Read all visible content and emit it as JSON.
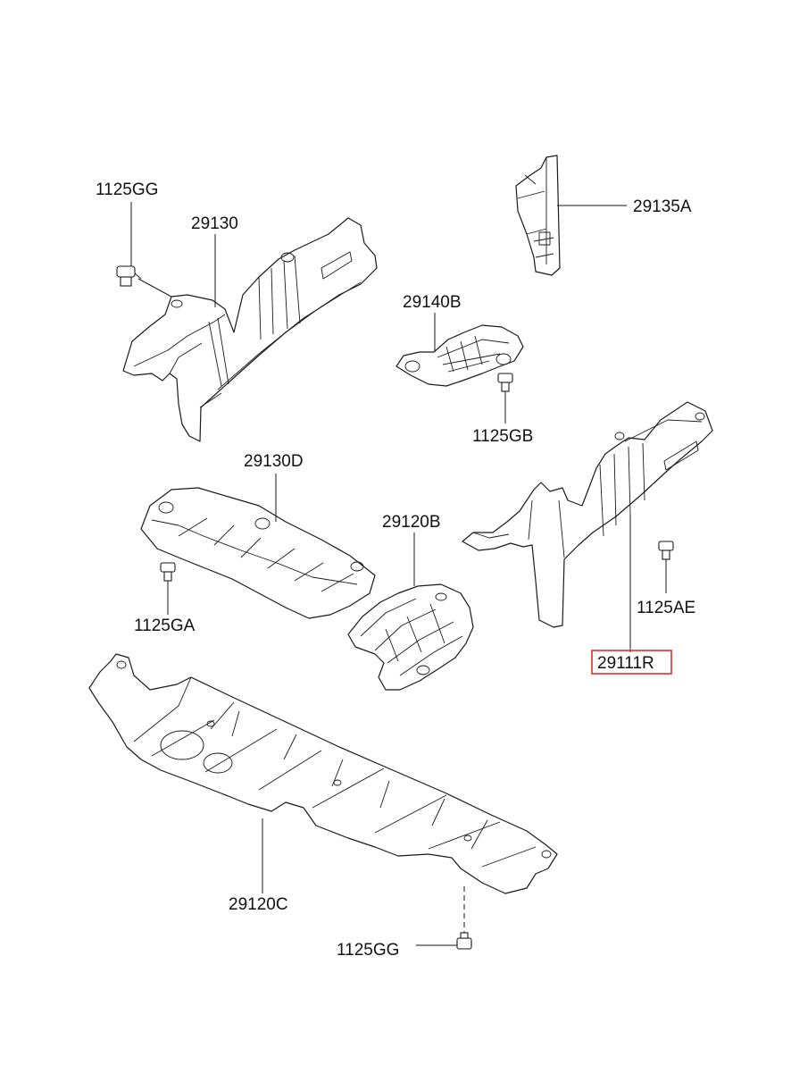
{
  "diagram": {
    "labels": {
      "bolt_top_left": "1125GG",
      "cover_upper_left": "29130",
      "bracket_top_right": "29135A",
      "shield_center": "29140B",
      "bolt_center": "1125GB",
      "cover_middle_left": "29130D",
      "shield_middle": "29120B",
      "bolt_middle_left": "1125GA",
      "bolt_right": "1125AE",
      "cover_right": "29111R",
      "cover_bottom": "29120C",
      "bolt_bottom": "1125GG"
    },
    "highlight": {
      "part": "cover_right",
      "color": "#e03030"
    }
  }
}
